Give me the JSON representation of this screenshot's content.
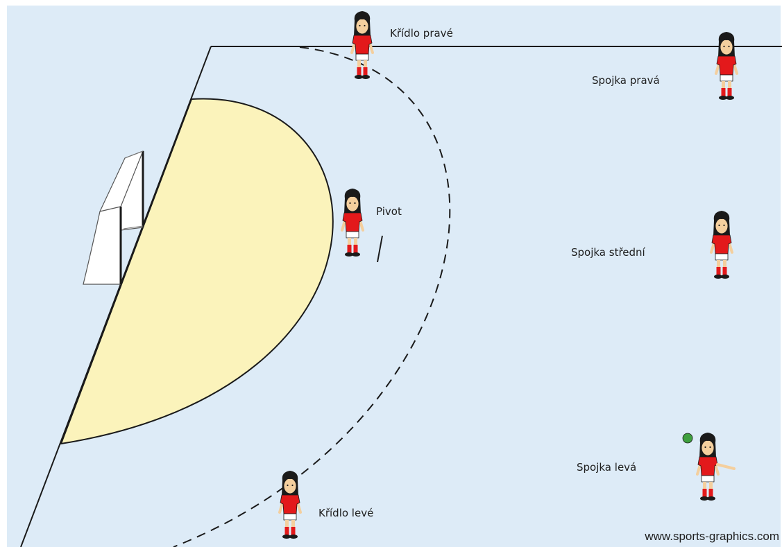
{
  "court": {
    "colors": {
      "court": "#ddebf7",
      "goal_area": "#fbf3bb",
      "line": "#1a1a1a",
      "jersey": "#e3191b",
      "ball": "#3e9f3e"
    },
    "players": [
      {
        "id": "wing-right",
        "label": "Křídlo pravé"
      },
      {
        "id": "back-right",
        "label": "Spojka pravá"
      },
      {
        "id": "pivot",
        "label": "Pivot"
      },
      {
        "id": "back-center",
        "label": "Spojka střední"
      },
      {
        "id": "back-left",
        "label": "Spojka levá"
      },
      {
        "id": "wing-left",
        "label": "Křídlo levé"
      }
    ],
    "credit": "www.sports-graphics.com"
  }
}
